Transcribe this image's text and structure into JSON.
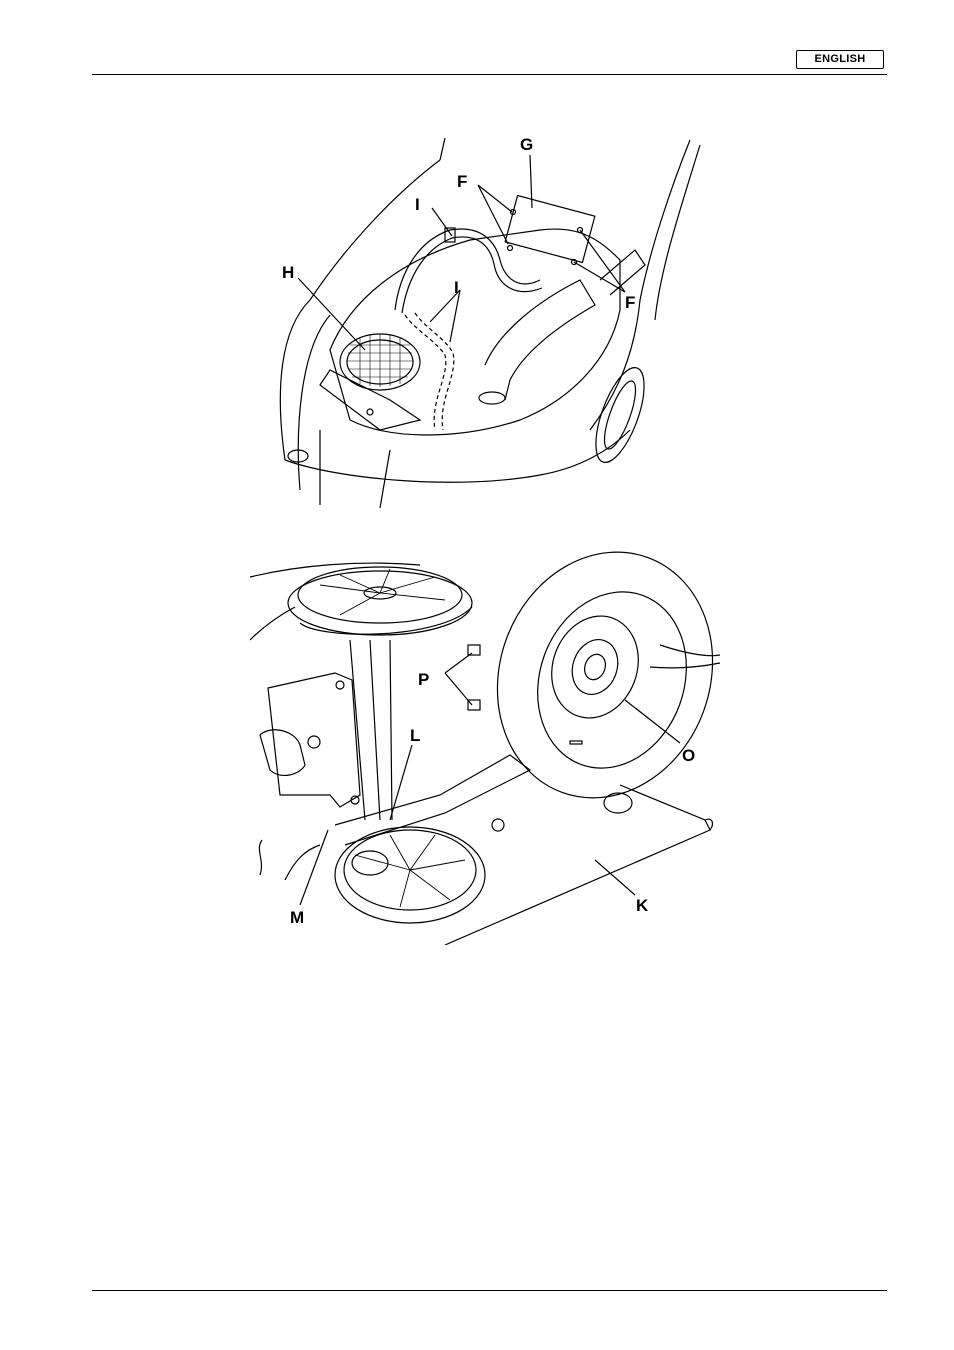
{
  "header": {
    "language_badge": "ENGLISH"
  },
  "figure_top": {
    "callouts": {
      "g": "G",
      "f_left": "F",
      "f_right": "F",
      "i_top": "I",
      "i_mid": "I",
      "h": "H"
    }
  },
  "figure_bottom": {
    "callouts": {
      "p": "P",
      "l": "L",
      "o": "O",
      "k": "K",
      "m": "M"
    }
  }
}
